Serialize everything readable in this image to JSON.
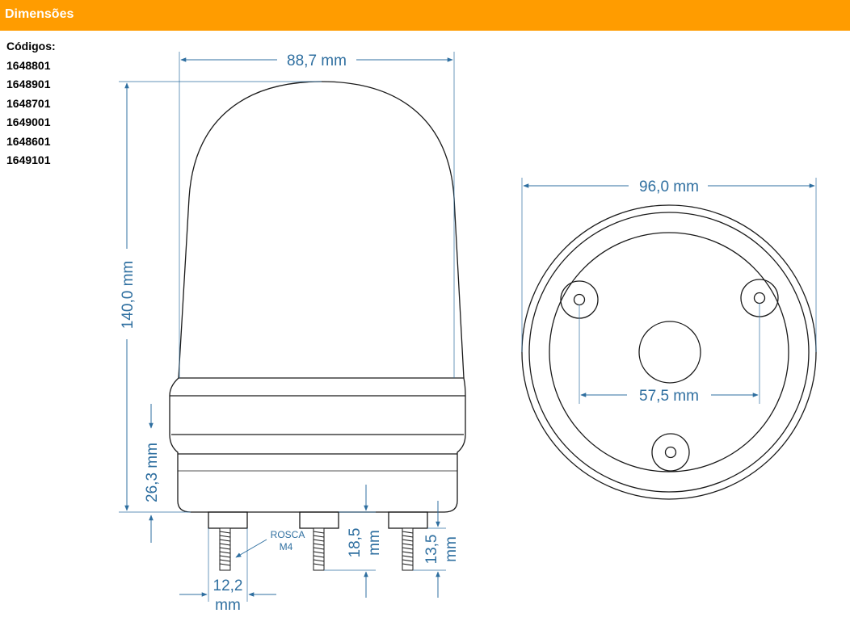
{
  "header": {
    "title": "Dimensões"
  },
  "codes": {
    "label": "Códigos:",
    "items": [
      "1648801",
      "1648901",
      "1648701",
      "1649001",
      "1648601",
      "1649101"
    ]
  },
  "dimensions": {
    "width_top": "88,7 mm",
    "height_total": "140,0 mm",
    "base_height": "26,3 mm",
    "pin_length_middle_value": "18,5",
    "pin_length_middle_unit": "mm",
    "pin_length_right_value": "13,5",
    "pin_length_right_unit": "mm",
    "pin_spacing_value": "12,2",
    "pin_spacing_unit": "mm",
    "diameter": "96,0 mm",
    "hole_spacing": "57,5 mm"
  },
  "thread": {
    "line1": "ROSCA",
    "line2": "M4"
  },
  "colors": {
    "header": "#ff9c00",
    "dimension": "#2f6fa0",
    "outline": "#1a1a1a"
  }
}
